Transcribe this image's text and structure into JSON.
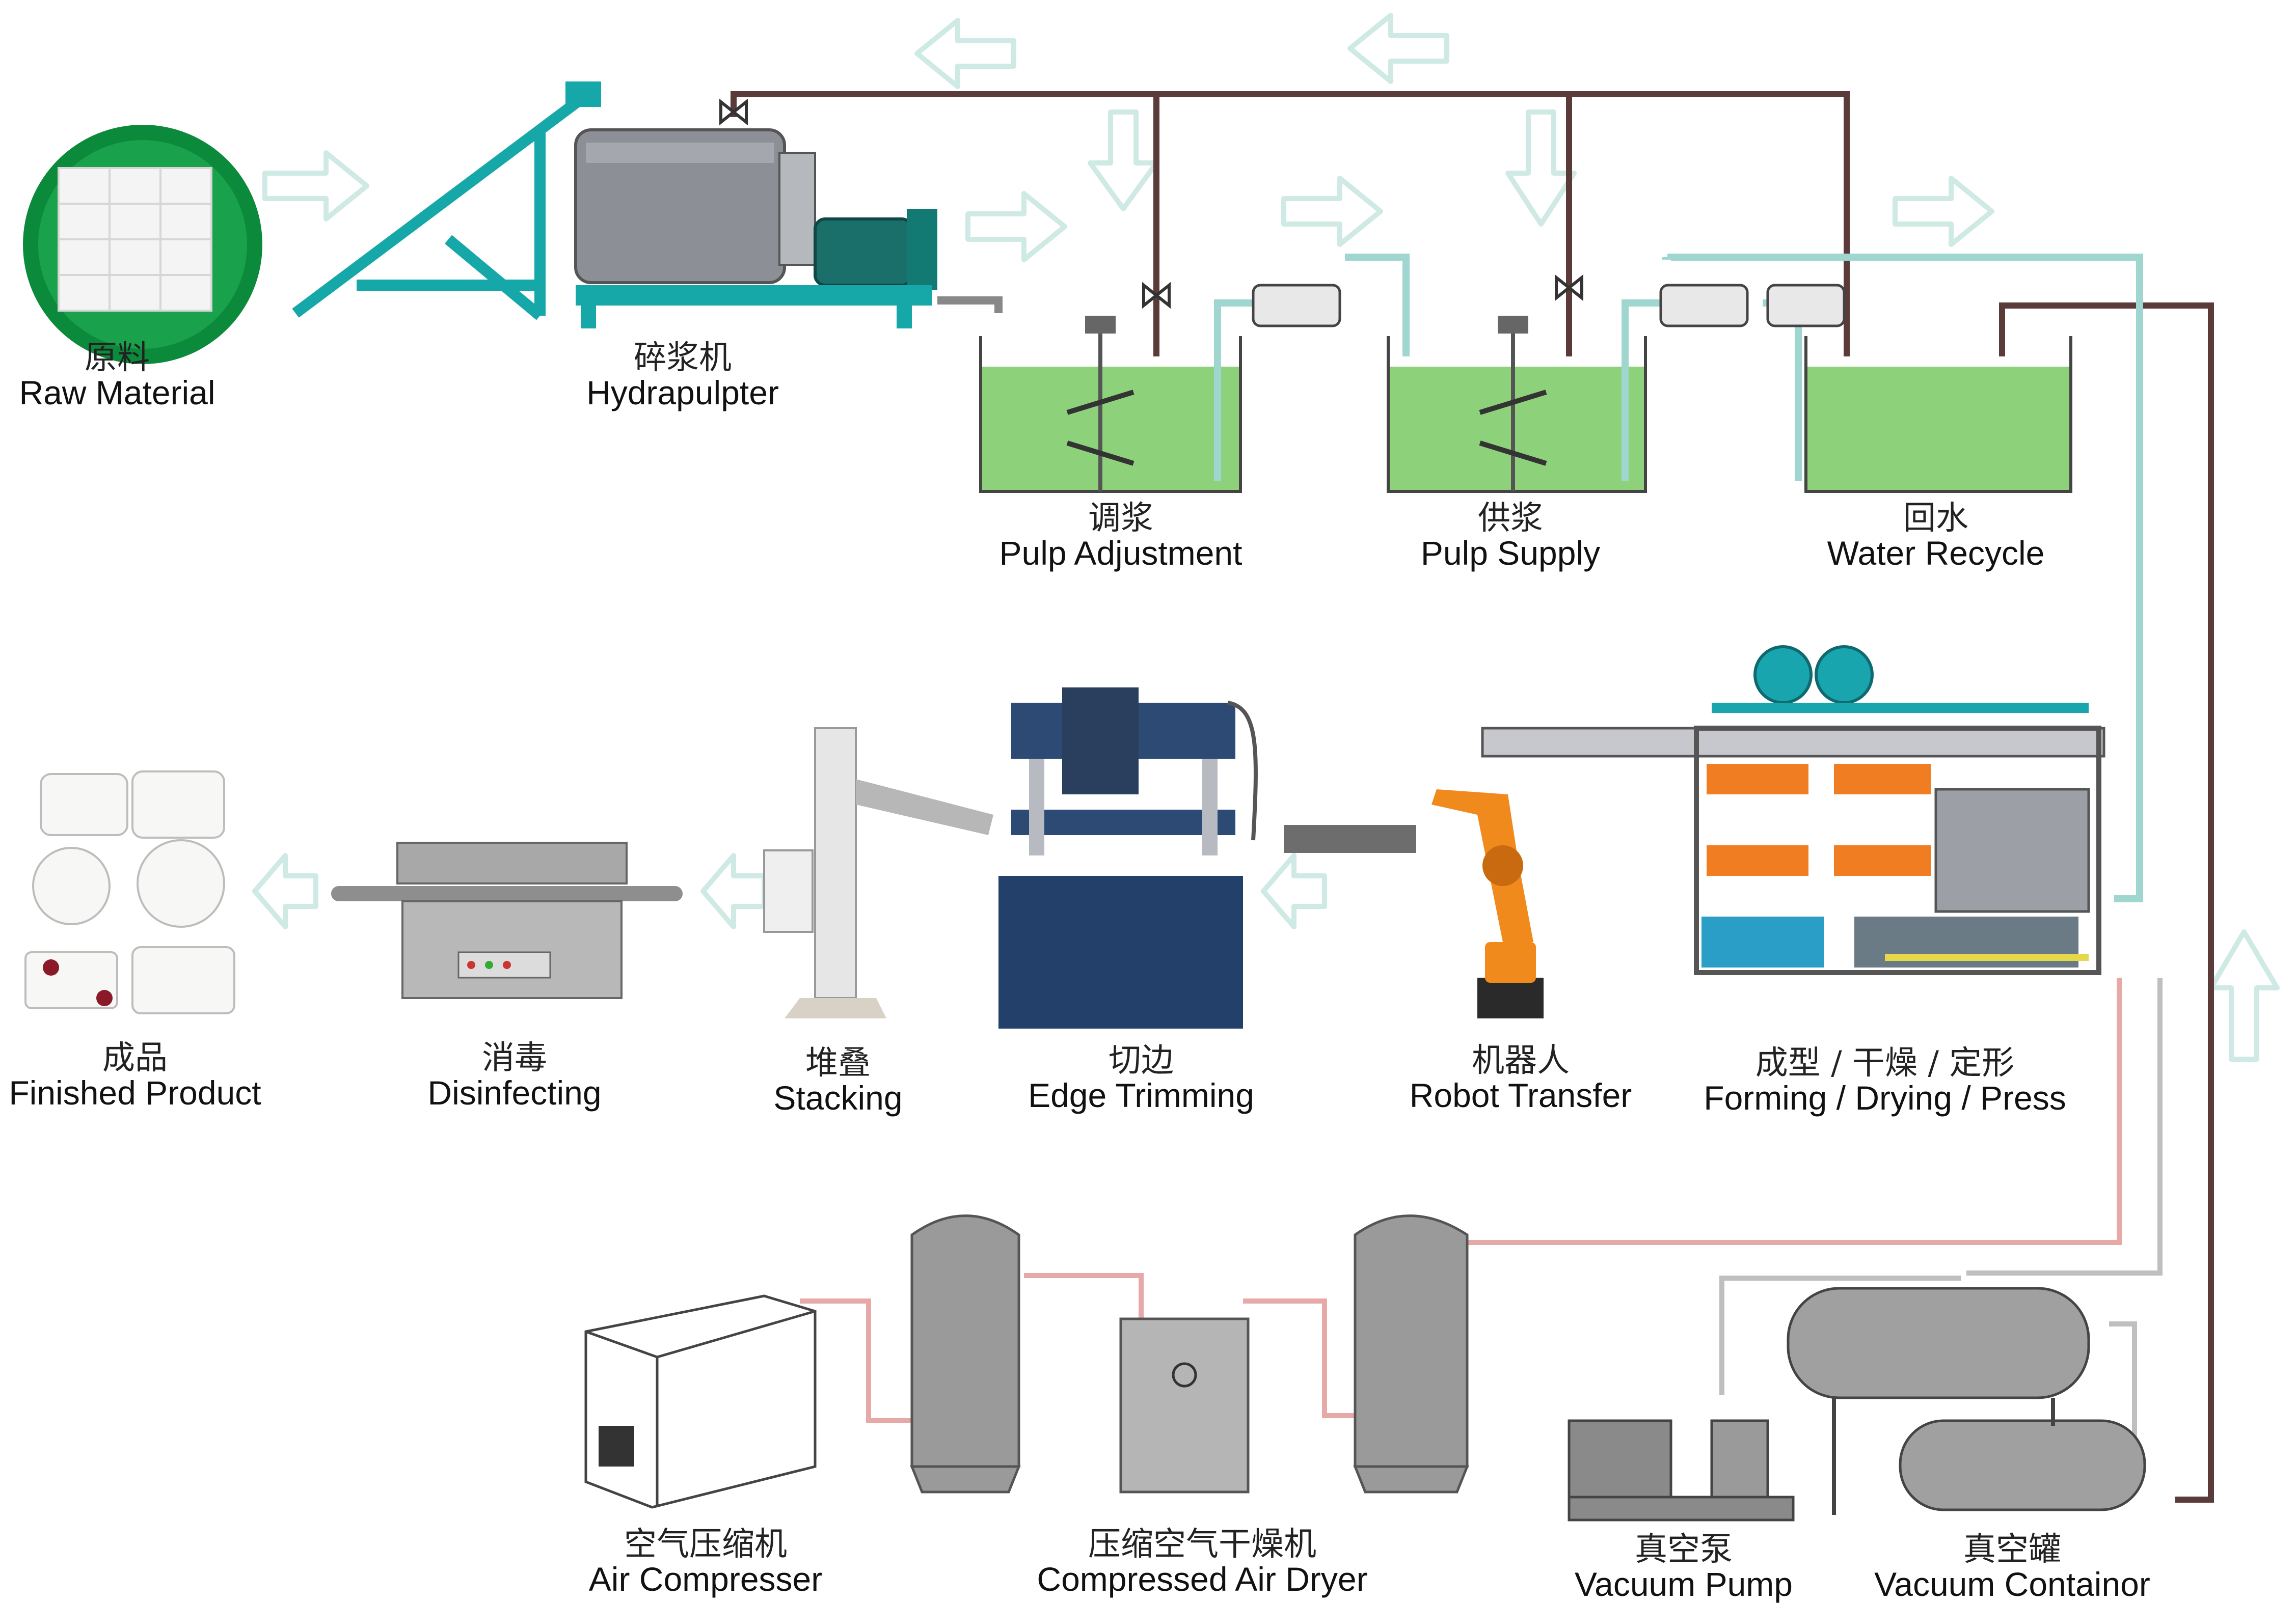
{
  "colors": {
    "pipe_dark": "#5b3a3a",
    "pipe_light": "#9fd6cf",
    "pipe_red": "#e7a8a8",
    "slurry": "#8dd27a",
    "machine_gray": "#8c8f96",
    "machine_blue": "#2c4a73",
    "teal": "#16a7a9",
    "robot_orange": "#f08a1c",
    "arrow": "#cfe9e4",
    "tank_gray": "#9a9a9a"
  },
  "stations": {
    "raw_material": {
      "zh": "原料",
      "en": "Raw Material"
    },
    "hydrapulpter": {
      "zh": "碎浆机",
      "en": "Hydrapulpter"
    },
    "pulp_adjustment": {
      "zh": "调浆",
      "en": "Pulp Adjustment"
    },
    "pulp_supply": {
      "zh": "供浆",
      "en": "Pulp Supply"
    },
    "water_recycle": {
      "zh": "回水",
      "en": "Water Recycle"
    },
    "forming": {
      "zh": "成型 / 干燥 / 定形",
      "en": "Forming / Drying / Press"
    },
    "robot_transfer": {
      "zh": "机器人",
      "en": "Robot Transfer"
    },
    "edge_trimming": {
      "zh": "切边",
      "en": "Edge Trimming"
    },
    "stacking": {
      "zh": "堆叠",
      "en": "Stacking"
    },
    "disinfecting": {
      "zh": "消毒",
      "en": "Disinfecting"
    },
    "finished_product": {
      "zh": "成品",
      "en": "Finished Product"
    },
    "air_compressor": {
      "zh": "空气压缩机",
      "en": "Air Compresser"
    },
    "air_dryer": {
      "zh": "压缩空气干燥机",
      "en": "Compressed Air Dryer"
    },
    "vacuum_pump": {
      "zh": "真空泵",
      "en": "Vacuum Pump"
    },
    "vacuum_container": {
      "zh": "真空罐",
      "en": "Vacuum Containor"
    }
  }
}
